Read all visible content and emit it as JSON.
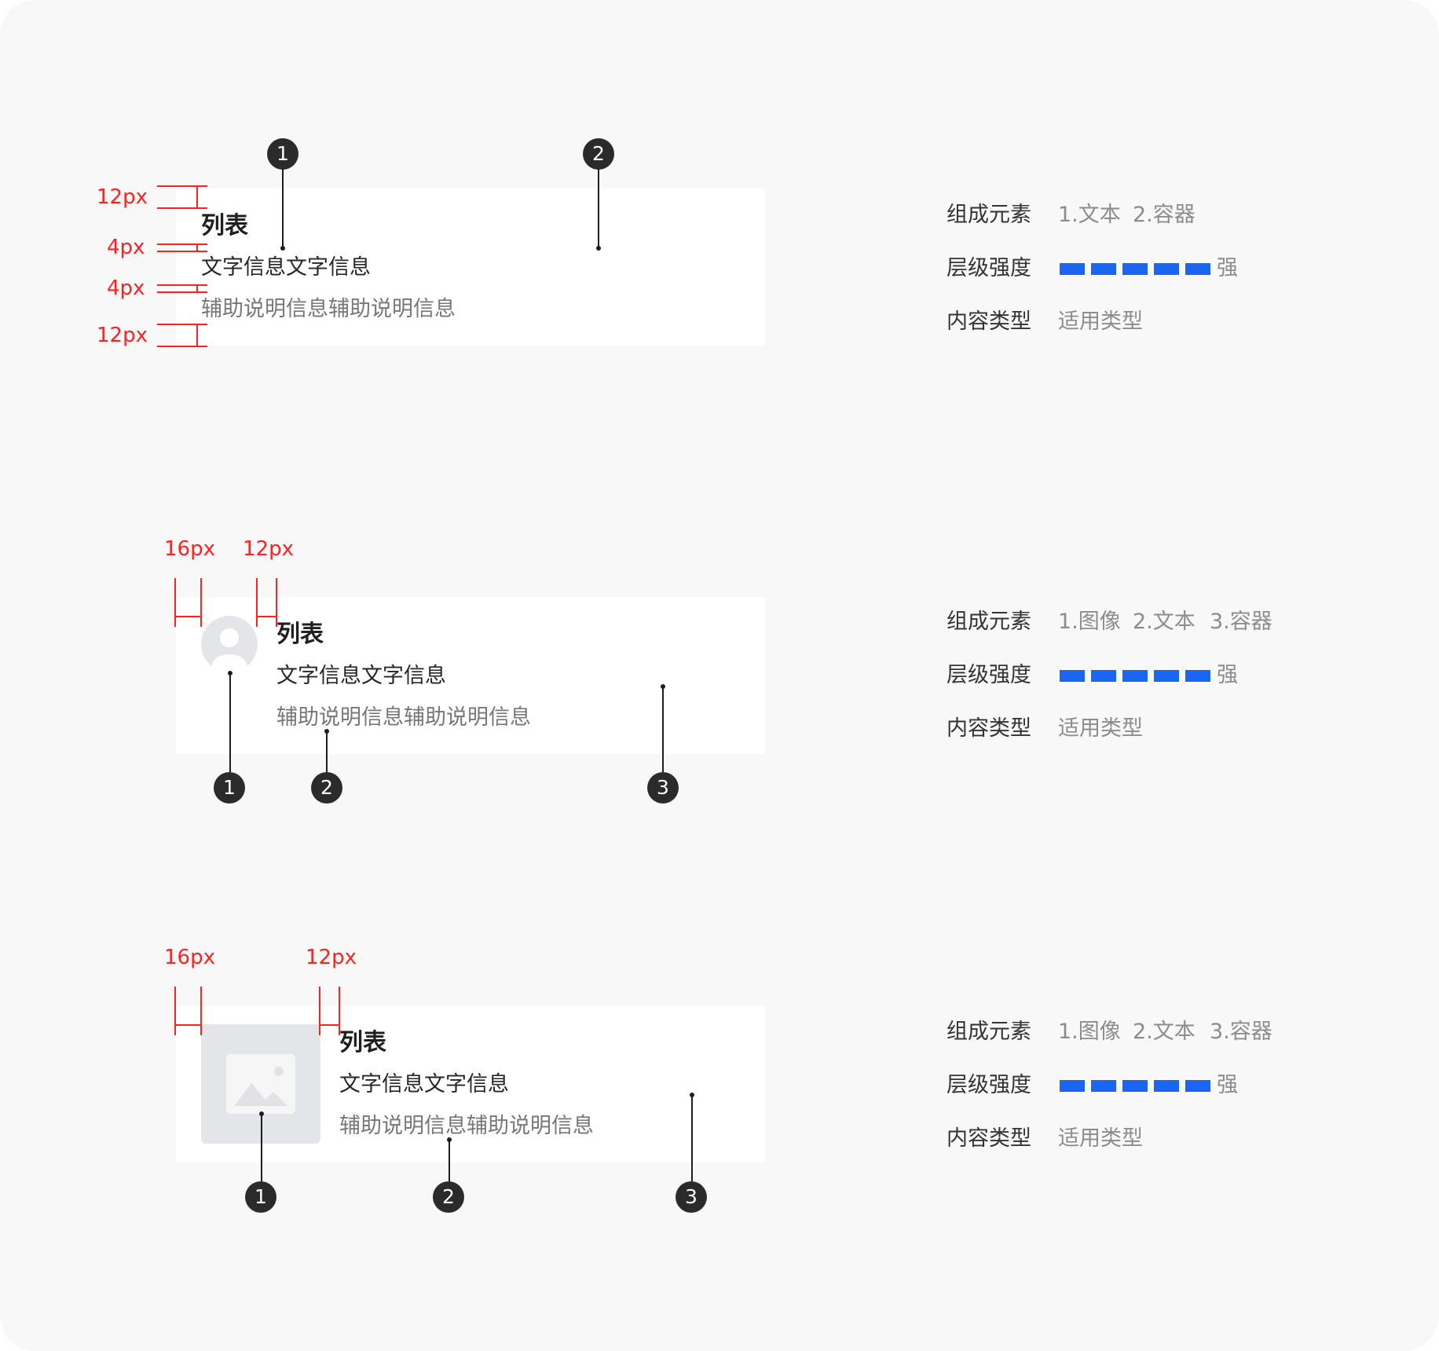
{
  "card_title": "列表",
  "card_primary": "文字信息文字信息",
  "card_secondary": "辅助说明信息辅助说明信息",
  "spacing": {
    "v12": "12px",
    "v4": "4px",
    "h16": "16px",
    "h12": "12px"
  },
  "badges": [
    "1",
    "2",
    "3"
  ],
  "props": {
    "composition_label": "组成元素",
    "level_label": "层级强度",
    "content_label": "内容类型",
    "content_value": "适用类型",
    "strong_label": "强",
    "level_bars": 5,
    "accent_color": "#1a66f0"
  },
  "sections": [
    {
      "composition": [
        "1.文本",
        "2.容器"
      ]
    },
    {
      "composition": [
        "1.图像",
        "2.文本",
        "3.容器"
      ]
    },
    {
      "composition": [
        "1.图像",
        "2.文本",
        "3.容器"
      ]
    }
  ]
}
